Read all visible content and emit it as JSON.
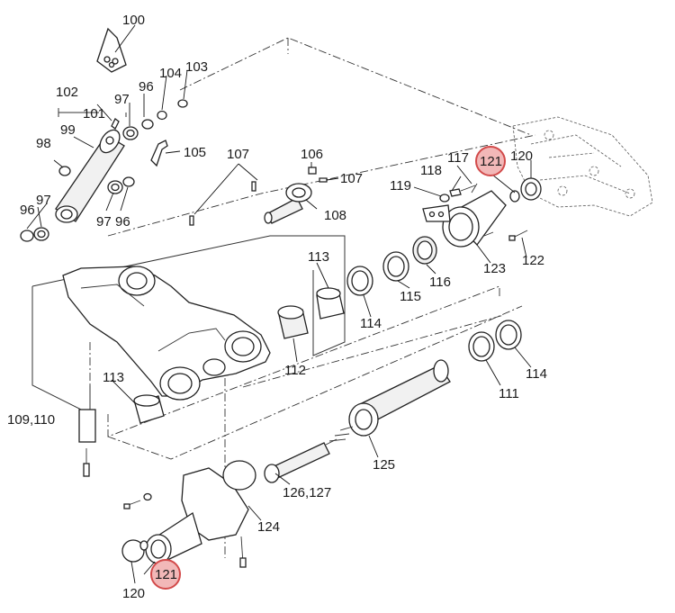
{
  "labels": {
    "p96": "96",
    "p97": "97",
    "p98": "98",
    "p99": "99",
    "p100": "100",
    "p101": "101",
    "p102": "102",
    "p103": "103",
    "p104": "104",
    "p105": "105",
    "p106": "106",
    "p107": "107",
    "p108": "108",
    "p109_110": "109,110",
    "p111": "111",
    "p112": "112",
    "p113": "113",
    "p114": "114",
    "p115": "115",
    "p116": "116",
    "p117": "117",
    "p118": "118",
    "p119": "119",
    "p120": "120",
    "p121": "121",
    "p122": "122",
    "p123": "123",
    "p124": "124",
    "p125": "125",
    "p126_127": "126,127"
  },
  "highlight_color": "#f2b8b8",
  "highlight_stroke": "#d24a4a"
}
